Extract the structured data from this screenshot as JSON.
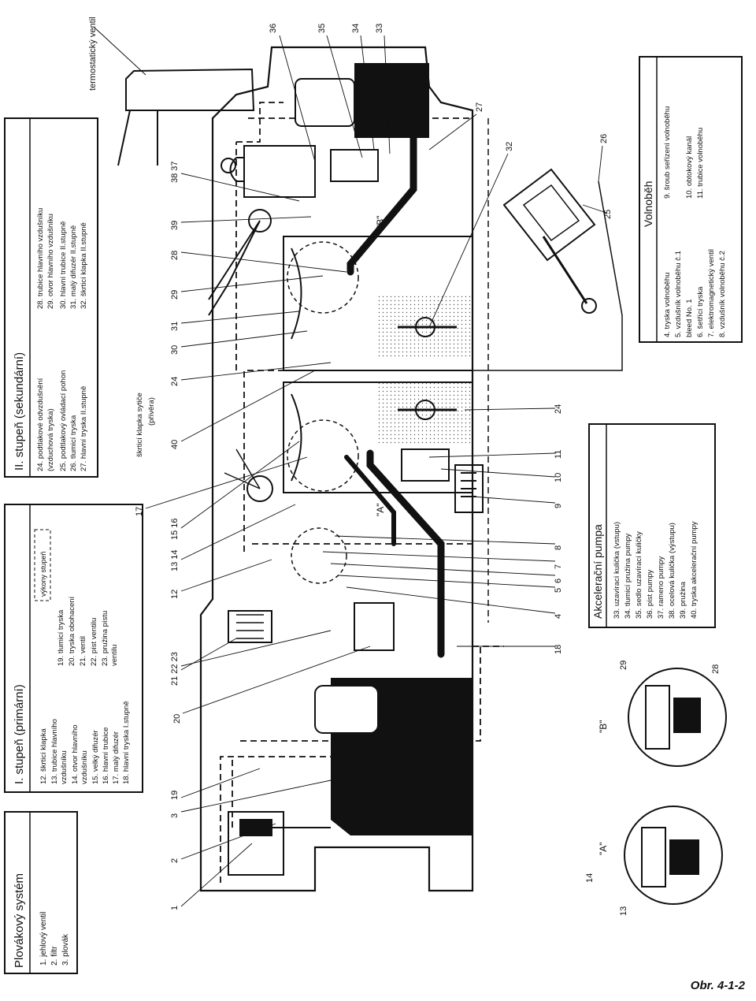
{
  "caption": "Obr. 4-1-2",
  "legends": {
    "float_system": {
      "title": "Plovákový systém",
      "items": [
        "1.   jehlový ventil",
        "2.   filtr",
        "3.   plovák"
      ]
    },
    "primary": {
      "title": "I. stupeň (primární)",
      "power_stage": "výkony stupeň",
      "col1": [
        "12.  škrticí klapka",
        "13.  trubice hlavního",
        "       vzdušníku",
        "14.  otvor hlavního",
        "       vzdušníku",
        "15.  velký difuzér",
        "16.  hlavní trubice",
        "17.  malý difuzér",
        "18.  hlavní tryska I.stupně"
      ],
      "col2": [
        "19.  tlumicí tryska",
        "20.  tryska obohacení",
        "21.  ventil",
        "22.  píst ventilu",
        "23.  pružina pístu",
        "       ventilu"
      ]
    },
    "secondary": {
      "title": "II. stupeň (sekundární)",
      "col1": [
        "24.  podtlakové odvzdušnění",
        "       (vzduchová tryska)",
        "25.  podtlakový ovládací pohon",
        "26.  tlumicí tryska",
        "27.  hlavní tryska II.stupně"
      ],
      "col2": [
        "28.  trubice hlavního vzdušníku",
        "29.  otvor hlavního vzdušníku",
        "30.  hlavní trubice II.stupně",
        "31.  malý difuzér II.stupně",
        "32.  škrticí klapka II.stupně"
      ]
    },
    "accel_pump": {
      "title": "Akcelerační pumpa",
      "items": [
        "33.  uzavírací kulička (vstupu)",
        "34.  tlumicí pružina pumpy",
        "35.  sedlo uzavírací kuličky",
        "36.  píst pumpy",
        "37.  rameno pumpy",
        "38.  ocelová kulička (výstupu)",
        "39.  pružina",
        "40.  tryska akcelerační pumpy"
      ]
    },
    "idle": {
      "title": "Volnoběh",
      "col1": [
        "4.   tryska volnoběhu",
        "5.   vzdušník volnoběhu č.1",
        "      bleed No. 1",
        "6.   šetřící tryska",
        "7.   elektromagnetický ventil",
        "8.   vzdušník volnoběhu č.2"
      ],
      "col2": [
        "9.   šroub seřízení volnoběhu",
        "10.  obtokový kanál",
        "11.  trubice volnoběhu"
      ]
    }
  },
  "diagram_labels": {
    "thermo_valve": "termostatický ventil",
    "choke_valve_1": "škrticí klapka sytiče",
    "choke_valve_2": "(přívěra)",
    "detail_a": "\"A\"",
    "detail_b": "\"B\"",
    "callout_a": "\"A\"",
    "callout_b": "\"B\"",
    "bottom_numbers": [
      "1",
      "2",
      "3",
      "19",
      "20",
      "21 22 23",
      "12",
      "13 14",
      "15 16",
      "17",
      "40",
      "24",
      "30",
      "31",
      "29",
      "28",
      "39",
      "38 37"
    ],
    "top_numbers": [
      "36",
      "35",
      "34",
      "33",
      "27",
      "32",
      "26",
      "25"
    ],
    "right_numbers": [
      "18",
      "4",
      "5",
      "6",
      "7",
      "8",
      "9",
      "10",
      "11",
      "24"
    ],
    "detail_numbers": [
      "14",
      "13",
      "29",
      "28"
    ]
  }
}
